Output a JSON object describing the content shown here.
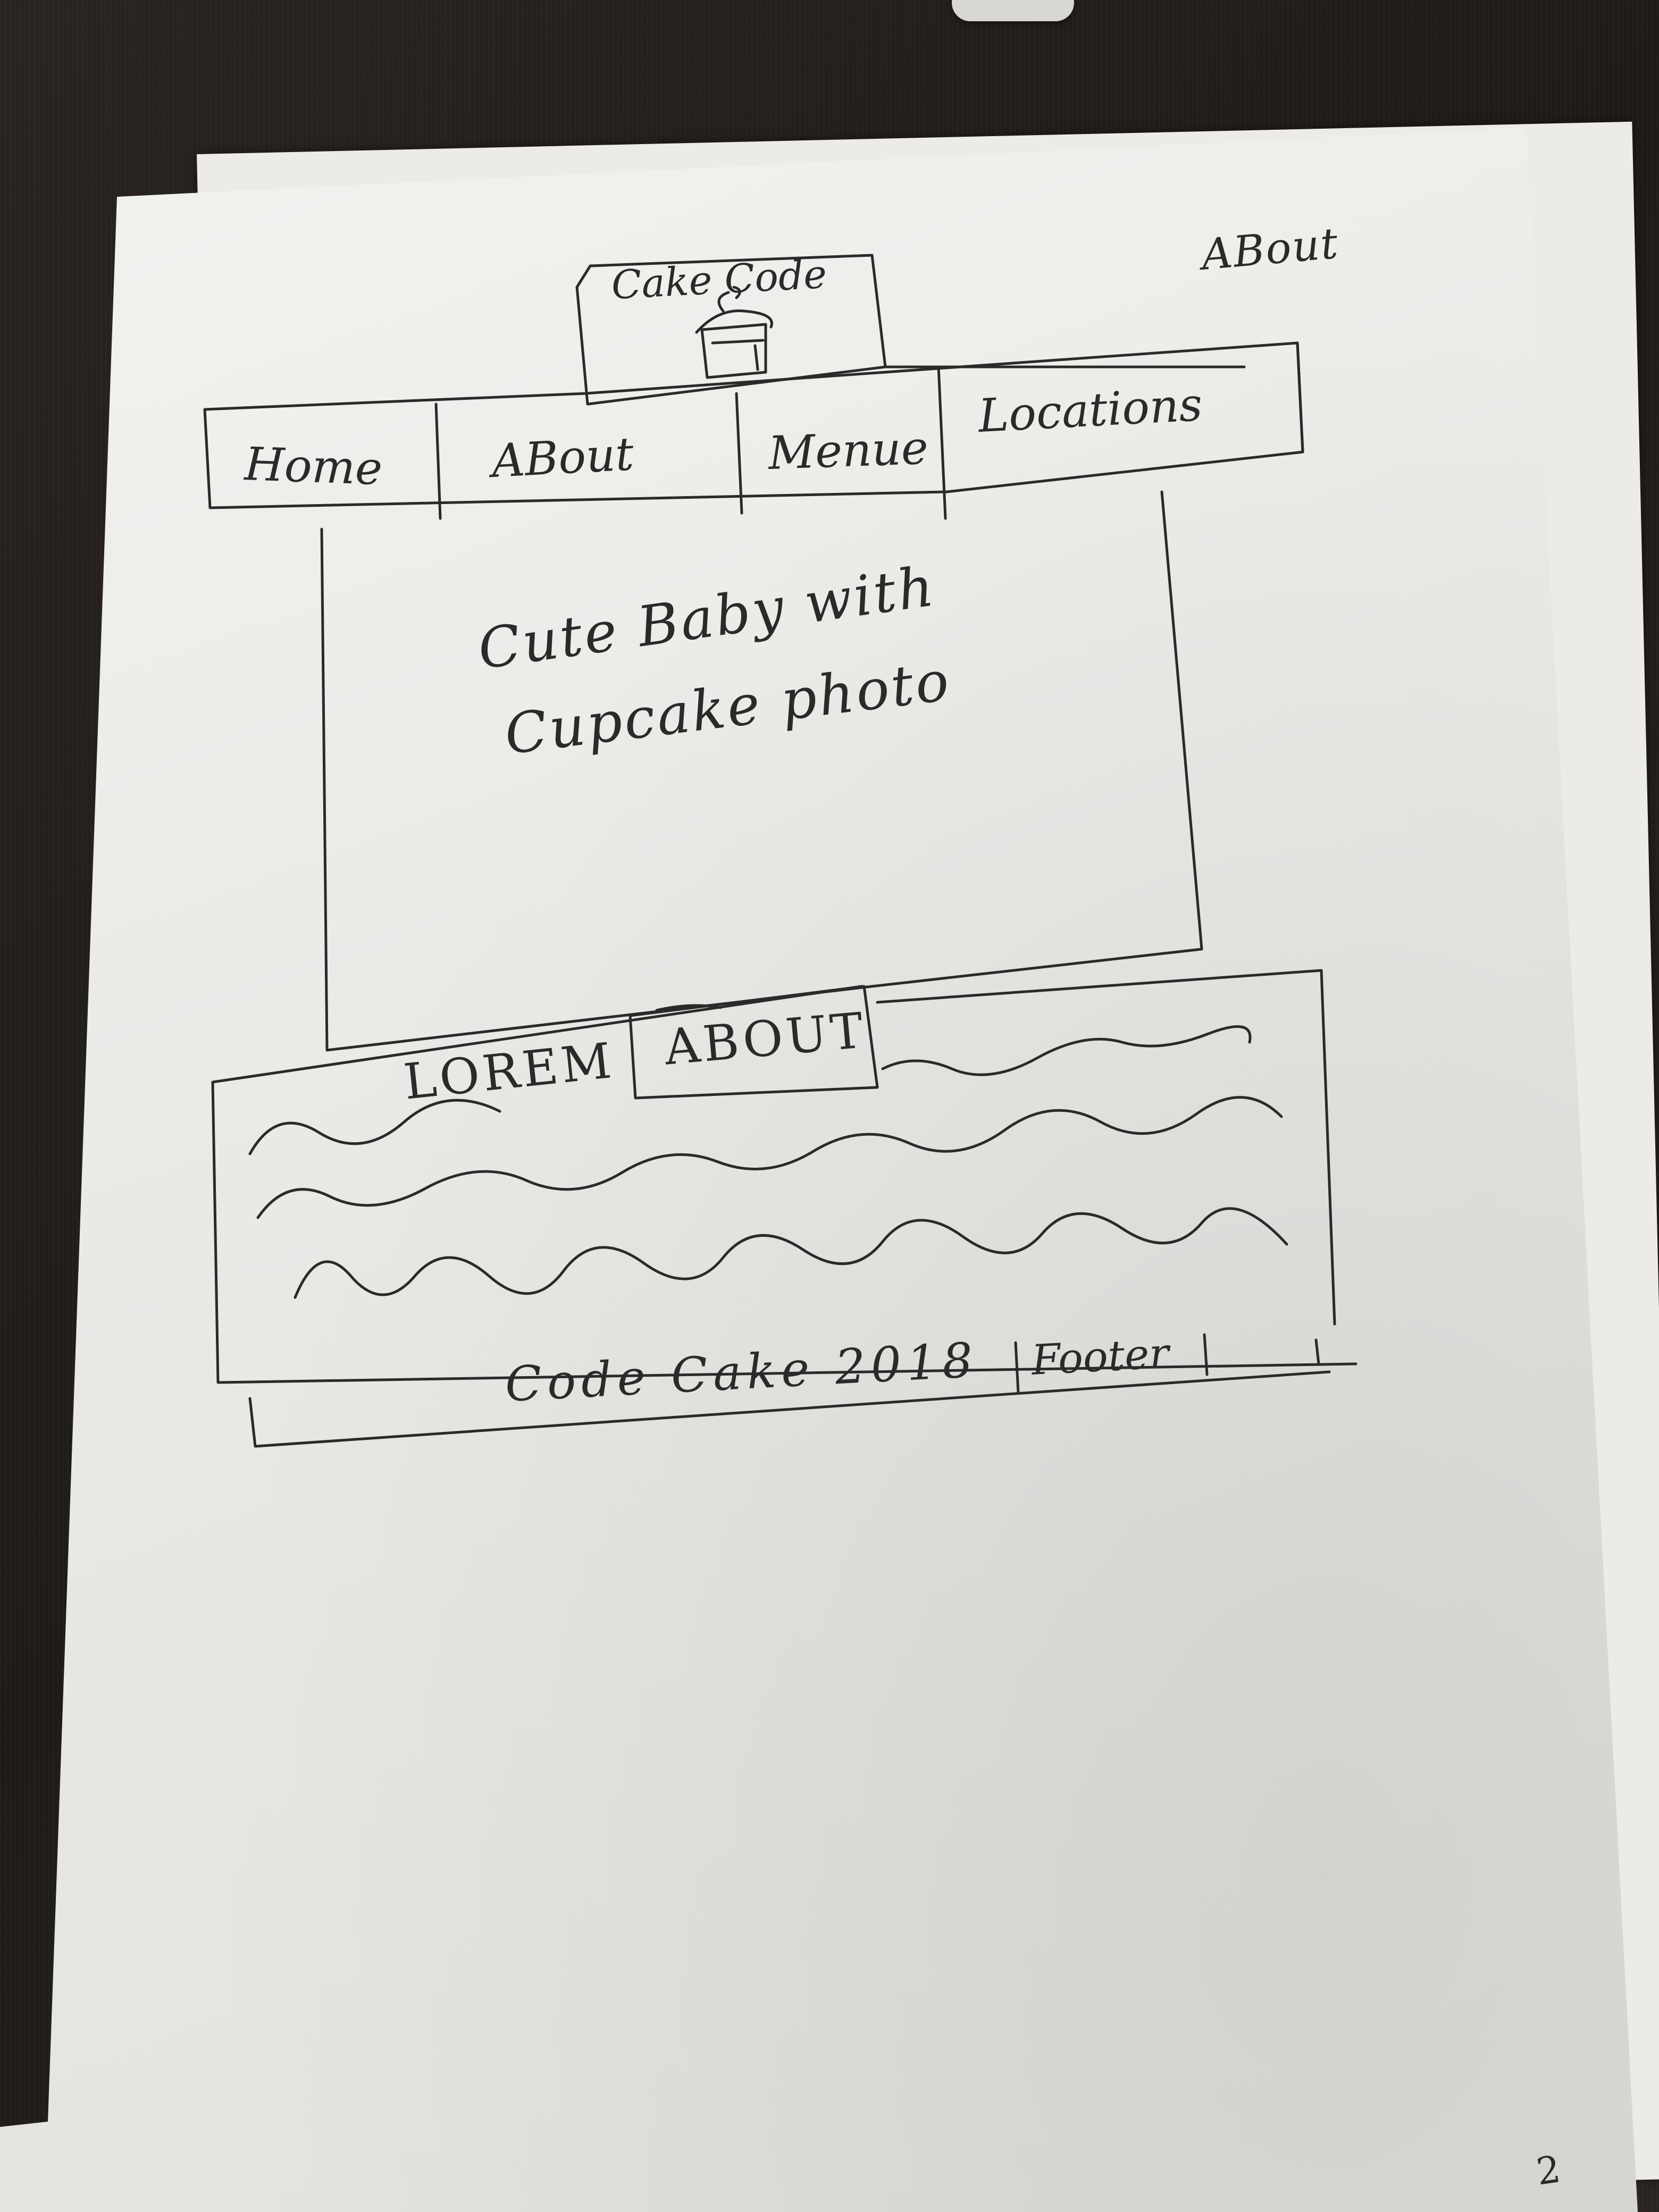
{
  "header": {
    "logo_text": "Cake Code",
    "corner_note": "ABout"
  },
  "nav": {
    "items": [
      {
        "label": "Home"
      },
      {
        "label": "ABout"
      },
      {
        "label": "Menue"
      },
      {
        "label": "Locations"
      }
    ]
  },
  "hero": {
    "line1": "Cute Baby with",
    "line2": "Cupcake photo"
  },
  "content": {
    "lorem_label": "LOREM",
    "about_button": "ABOUT"
  },
  "footer": {
    "text": "Code Cake 2018",
    "label": "Footer"
  },
  "page_number": "2",
  "colors": {
    "ink": "#2b2a2a",
    "paper": "#eeeeeb",
    "desk": "#231f1d"
  },
  "icons": {
    "logo": "cupcake-icon"
  }
}
